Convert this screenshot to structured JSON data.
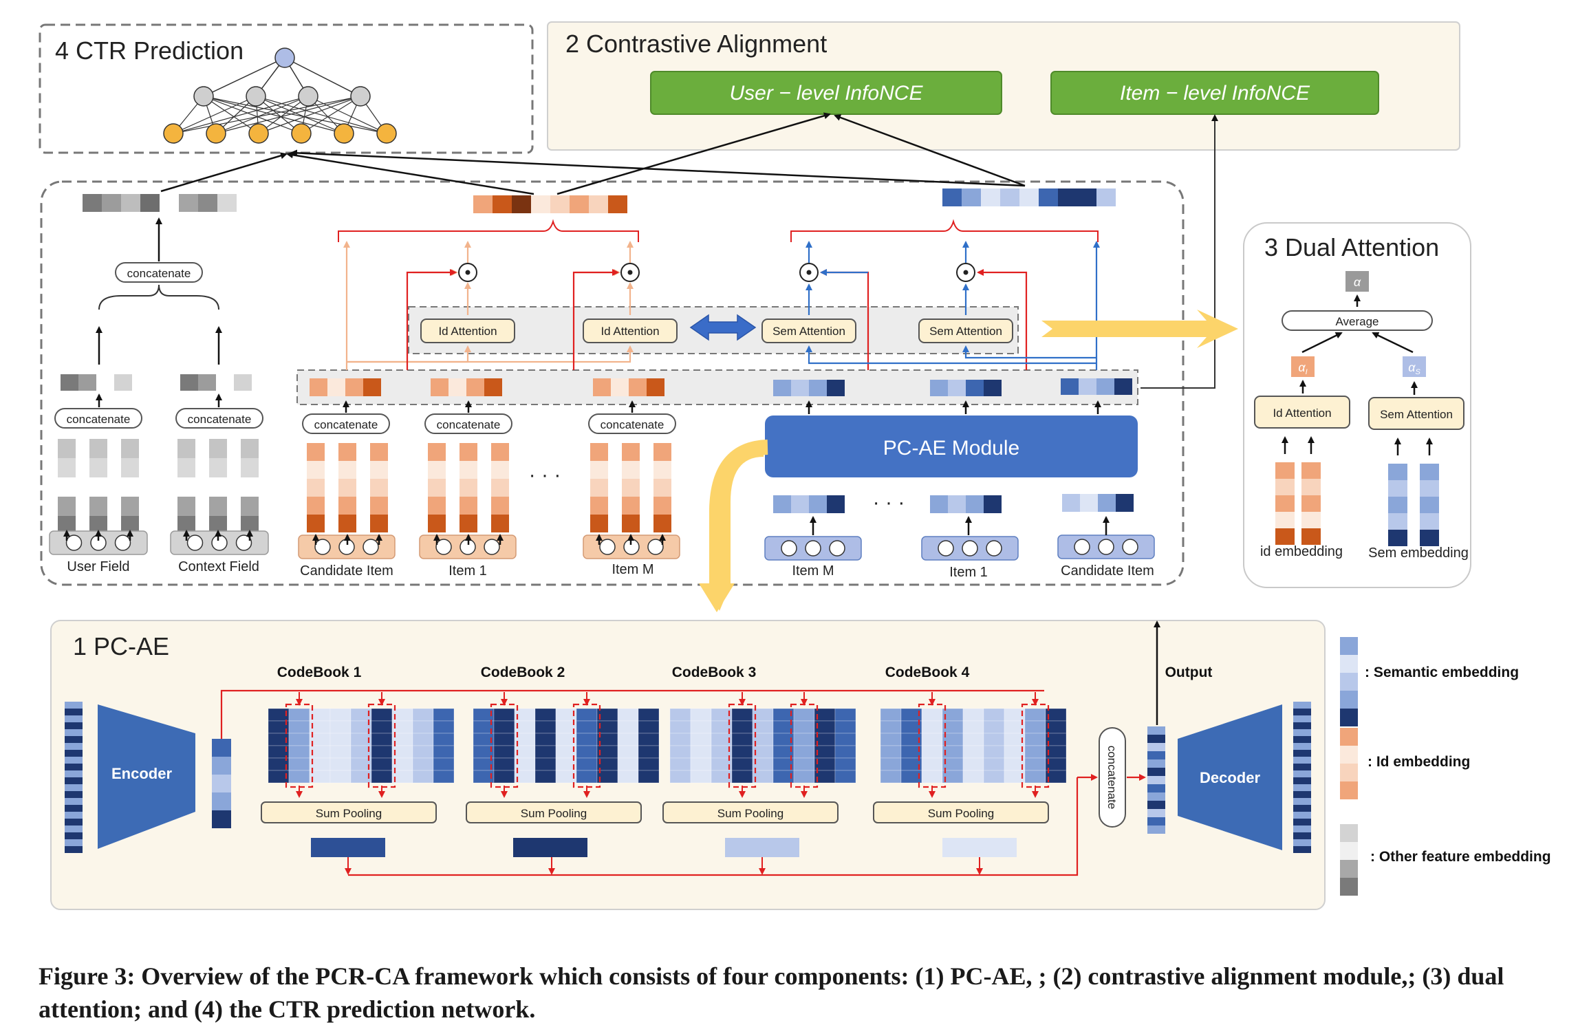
{
  "colors": {
    "semantic": [
      "#8aa6d9",
      "#b8c8ea",
      "#dde5f5",
      "#3d66b0",
      "#1e3770"
    ],
    "id": [
      "#f0a57a",
      "#f8d4bd",
      "#fbe9dc",
      "#c9581a",
      "#7a3311"
    ],
    "other": [
      "#7a7a7a",
      "#9c9c9c",
      "#c4c4c4",
      "#e6e6e6"
    ],
    "panel_bg": "#fbf6ea",
    "arrow_red": "#e02020",
    "arrow_blue": "#2f6fc8",
    "arrow_orange": "#f2b38c",
    "green": "#6bae3d",
    "pcae_blue": "#4472c4",
    "yellow": "#fcd46a"
  },
  "panels": {
    "ctr": {
      "title": "4 CTR Prediction"
    },
    "contrastive": {
      "title": "2 Contrastive Alignment",
      "user_loss": "User − level InfoNCE",
      "item_loss": "Item − level InfoNCE"
    },
    "dual": {
      "title": "3 Dual Attention",
      "alpha": "α",
      "alpha_i": "α",
      "alpha_i_sub": "I",
      "alpha_s": "α",
      "alpha_s_sub": "S",
      "average": "Average",
      "id_attention": "Id Attention",
      "sem_attention": "Sem Attention",
      "id_embedding": "id embedding",
      "sem_embedding": "Sem embedding"
    },
    "pcae": {
      "title": "1 PC-AE",
      "codebooks": [
        "CodeBook 1",
        "CodeBook 2",
        "CodeBook 3",
        "CodeBook 4"
      ],
      "sum_pooling": "Sum Pooling",
      "encoder": "Encoder",
      "decoder": "Decoder",
      "concatenate": "concatenate",
      "output": "Output"
    }
  },
  "main": {
    "concatenate": "concatenate",
    "user_field": "User Field",
    "context_field": "Context Field",
    "candidate_item": "Candidate Item",
    "item_1": "Item 1",
    "item_m": "Item M",
    "ellipsis": "· · ·",
    "id_attention": "Id Attention",
    "sem_attention": "Sem Attention",
    "pcae_module": "PC-AE Module",
    "odot": "⊙"
  },
  "legend": {
    "semantic": ": Semantic embedding",
    "id": ": Id embedding",
    "other": ": Other feature embedding"
  },
  "caption": "Figure 3: Overview of the PCR-CA framework which consists of four components: (1) PC-AE, ; (2) contrastive alignment module,; (3) dual attention; and (4) the CTR prediction network."
}
